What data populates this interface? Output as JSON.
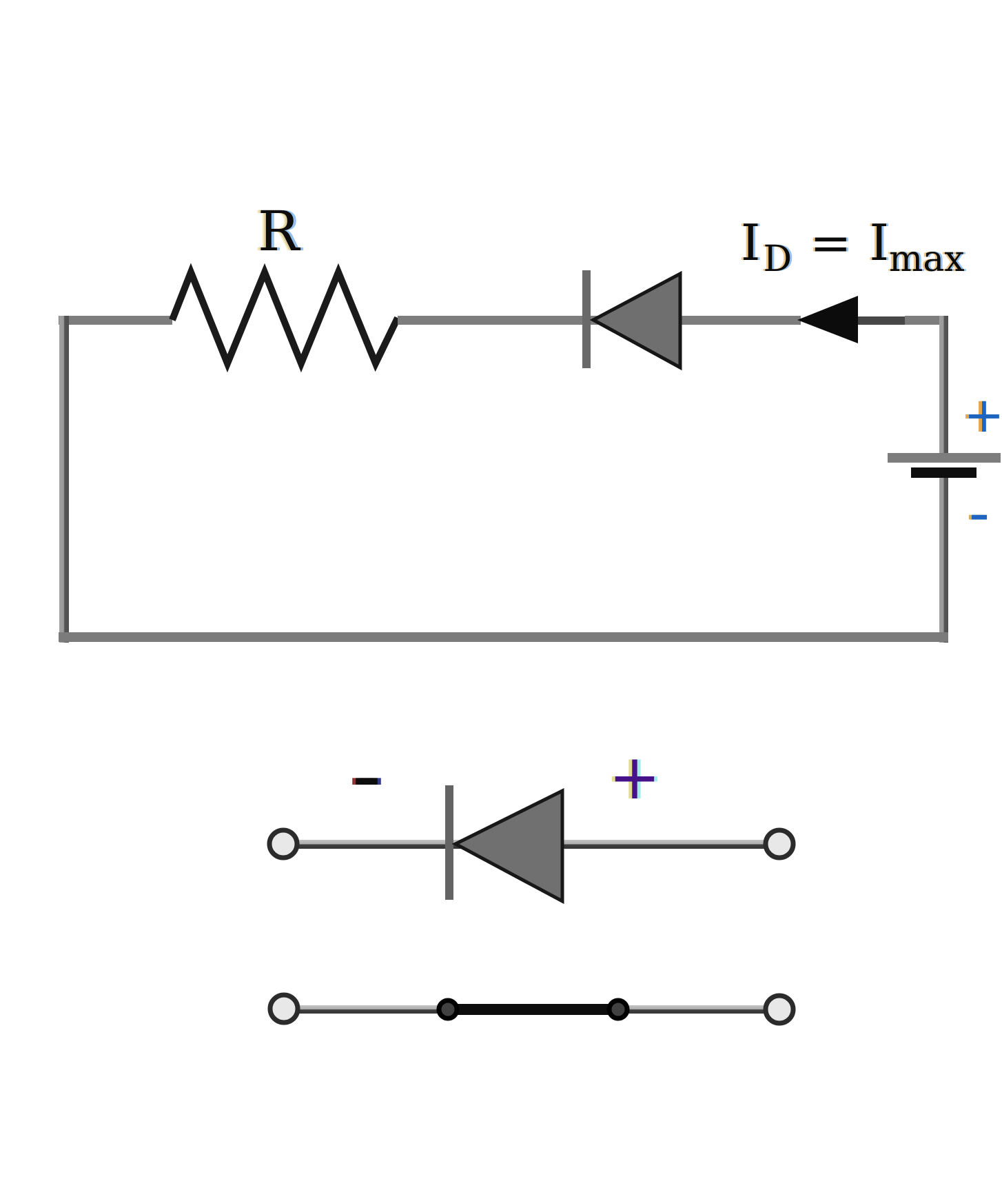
{
  "top_circuit": {
    "resistor_label": "R",
    "current_label": {
      "symbol_1": "I",
      "subscript_1": "D",
      "equals": "=",
      "symbol_2": "I",
      "subscript_2": "max"
    },
    "battery_positive": "+",
    "battery_negative": "-"
  },
  "diode_symbol_row": {
    "cathode_sign": "-",
    "anode_sign": "+"
  },
  "colors": {
    "wire_gray": "#7d7d7d",
    "wire_dark": "#474747",
    "component_fill": "#6f6f6f",
    "outline_black": "#141414",
    "terminal_fill": "#e8e8e8",
    "junction_dot_fill": "#414141",
    "plus_blue": "#1d65c1",
    "fringe_orange": "#dd9f3d",
    "plus_purple": "#45128a"
  }
}
